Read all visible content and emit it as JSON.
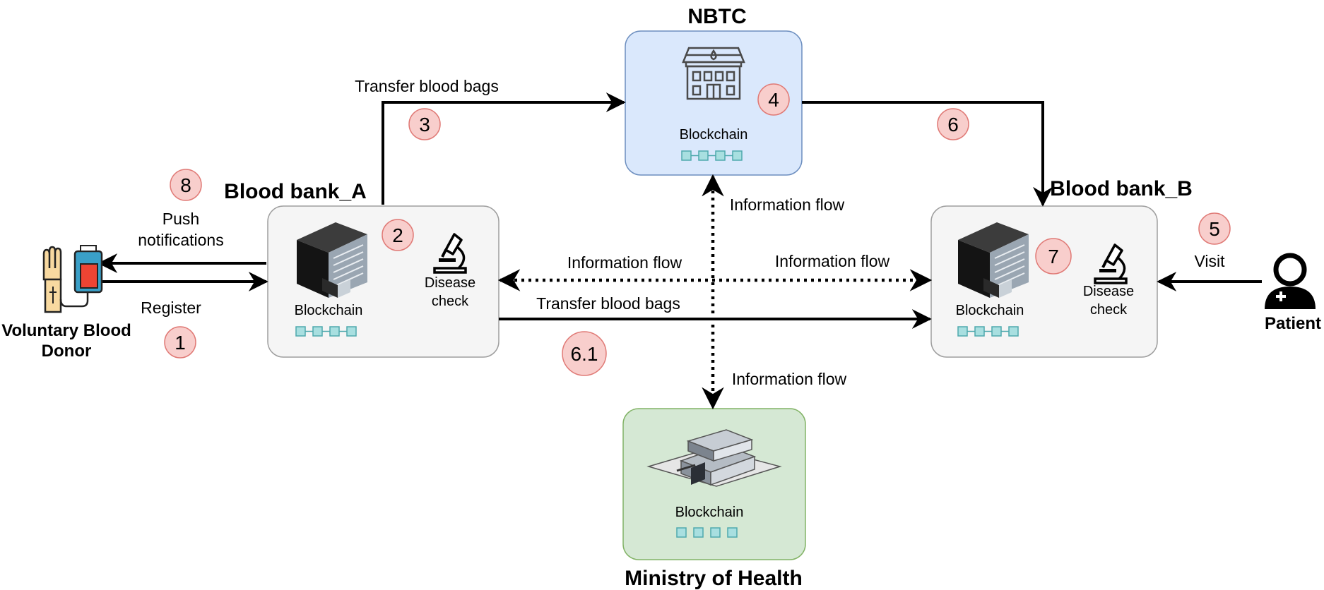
{
  "nodes": {
    "nbtc": {
      "title": "NBTC",
      "blockchain": "Blockchain",
      "badge": "4"
    },
    "bank_a": {
      "title": "Blood bank_A",
      "blockchain": "Blockchain",
      "disease": [
        "Disease",
        "check"
      ],
      "badge": "2"
    },
    "bank_b": {
      "title": "Blood bank_B",
      "blockchain": "Blockchain",
      "disease": [
        "Disease",
        "check"
      ],
      "badge": "7"
    },
    "ministry": {
      "title": "Ministry of Health",
      "blockchain": "Blockchain"
    },
    "donor": {
      "title": [
        "Voluntary Blood",
        "Donor"
      ]
    },
    "patient": {
      "title": "Patient"
    }
  },
  "edges": {
    "transfer_a_nbtc": {
      "label": "Transfer blood bags",
      "badge": "3"
    },
    "nbtc_to_b": {
      "badge": "6"
    },
    "transfer_a_b": {
      "label": "Transfer blood bags",
      "badge": "6.1"
    },
    "info_nbtc": {
      "label": "Information flow"
    },
    "info_a": {
      "label": "Information flow"
    },
    "info_b": {
      "label": "Information flow"
    },
    "info_ministry": {
      "label": "Information flow"
    },
    "push": {
      "label": [
        "Push",
        "notifications"
      ],
      "badge": "8"
    },
    "register": {
      "label": "Register",
      "badge": "1"
    },
    "visit": {
      "label": "Visit",
      "badge": "5"
    }
  },
  "colors": {
    "nbtc_fill": "#dae8fc",
    "nbtc_stroke": "#6c8ebf",
    "bank_fill": "#f5f5f5",
    "bank_stroke": "#9e9e9e",
    "ministry_fill": "#d5e8d4",
    "ministry_stroke": "#82b366",
    "badge_fill": "#f8cecc",
    "badge_stroke": "#e07a76",
    "chain_fill": "#a8dfe0",
    "chain_stroke": "#4fa9ad"
  }
}
